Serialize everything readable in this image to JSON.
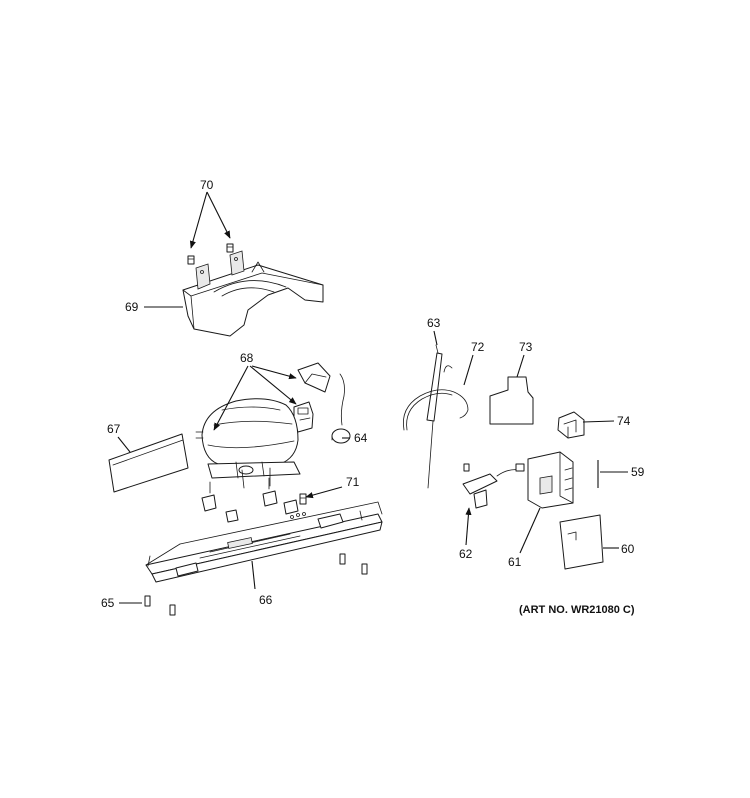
{
  "callouts": {
    "p59": "59",
    "p60": "60",
    "p61": "61",
    "p62": "62",
    "p63": "63",
    "p64": "64",
    "p65": "65",
    "p66": "66",
    "p67": "67",
    "p68": "68",
    "p69": "69",
    "p70": "70",
    "p71": "71",
    "p72": "72",
    "p73": "73",
    "p74": "74"
  },
  "art_number": "(ART NO. WR21080 C)"
}
